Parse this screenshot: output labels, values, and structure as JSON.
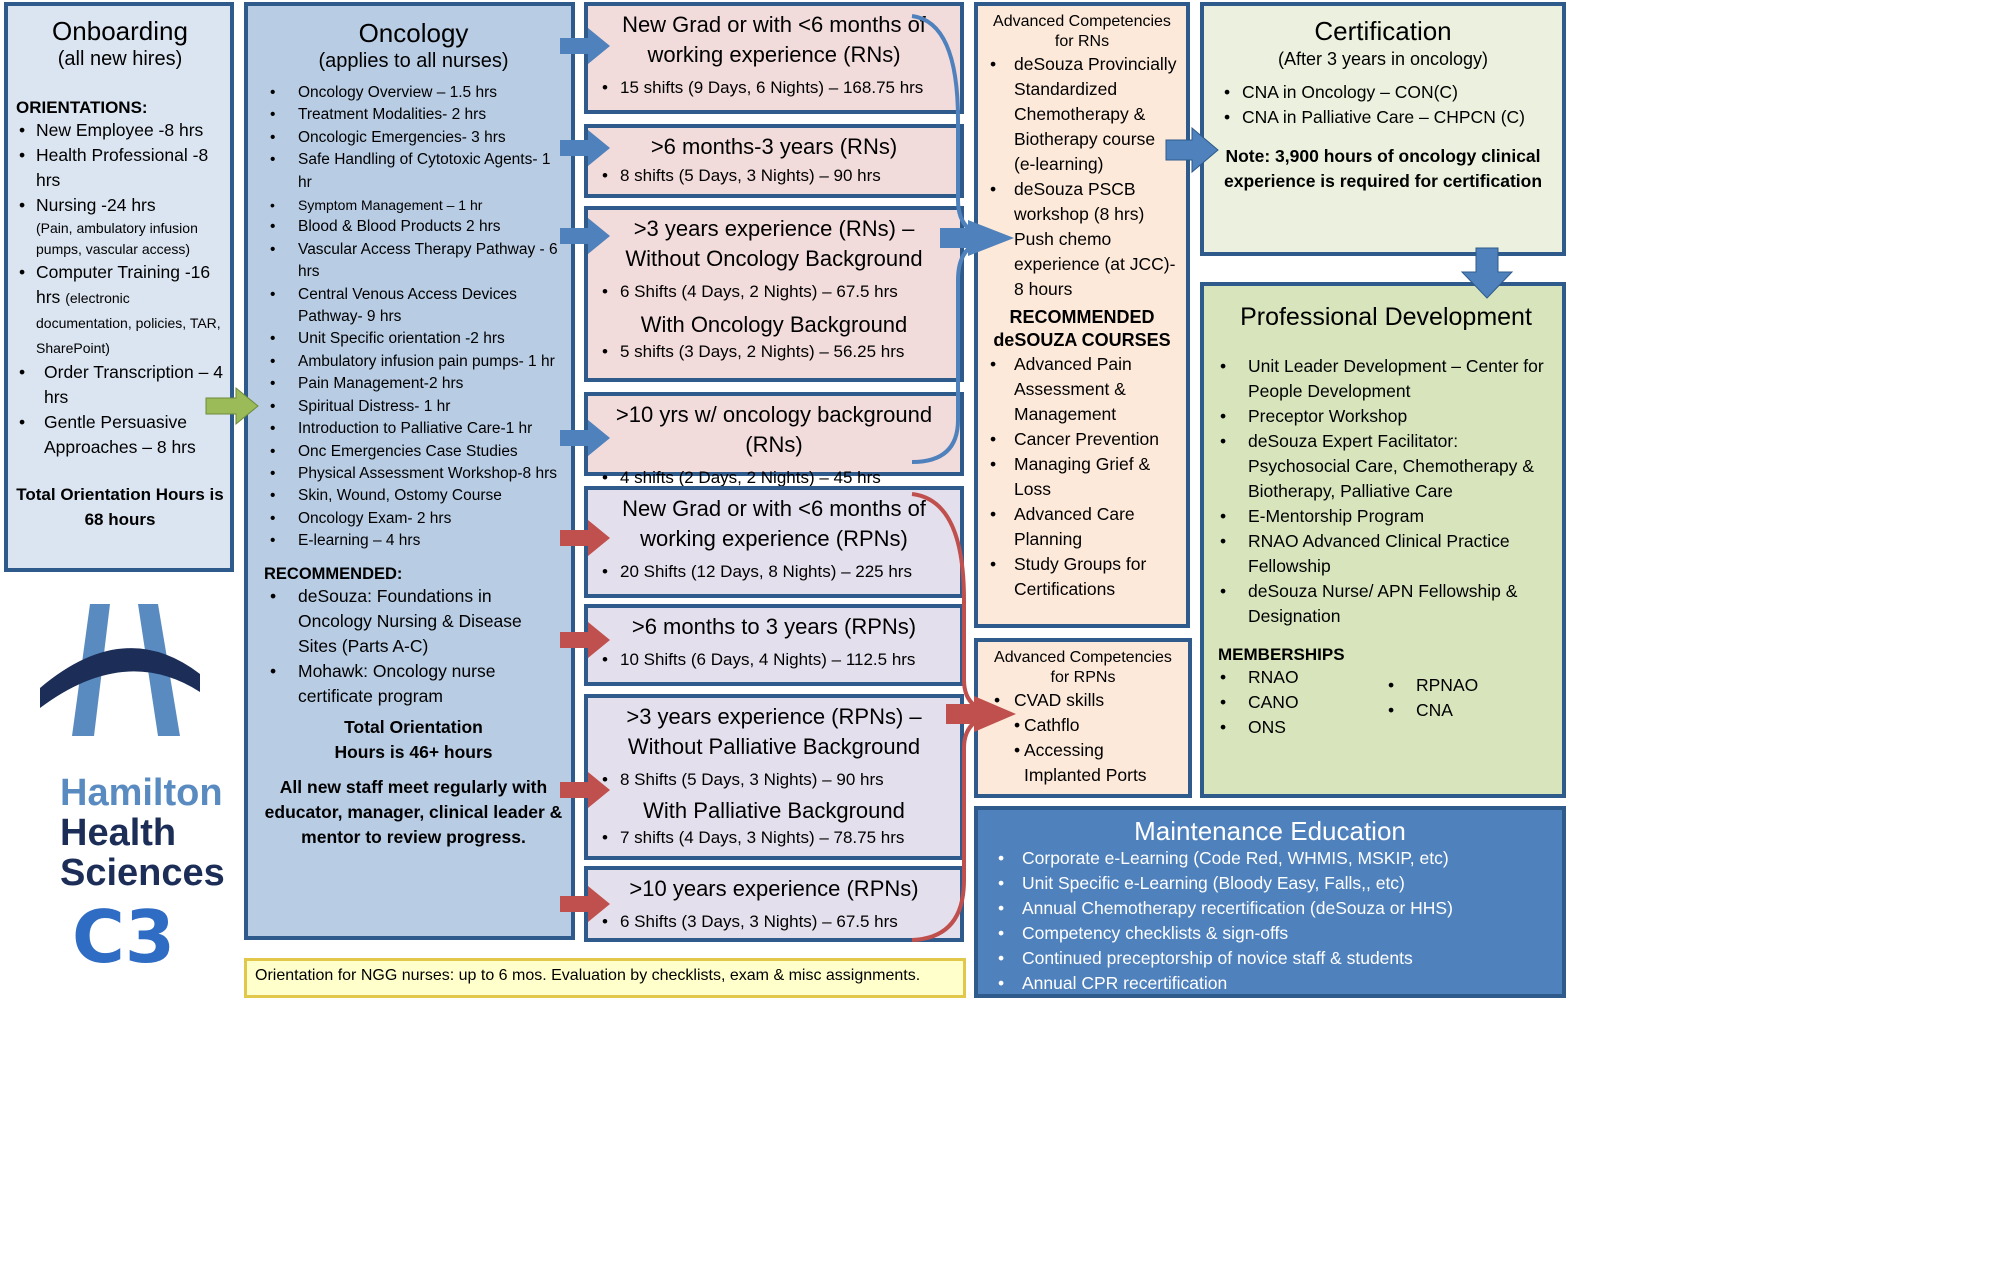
{
  "onboarding": {
    "title": "Onboarding",
    "subtitle": "(all new hires)",
    "section": "ORIENTATIONS:",
    "items": [
      "New Employee -8 hrs",
      "Health Professional -8 hrs",
      "Nursing -24 hrs",
      "Computer Training -16 hrs",
      "Order Transcription – 4 hrs",
      "Gentle Persuasive Approaches – 8 hrs"
    ],
    "nursing_note": "(Pain, ambulatory infusion pumps, vascular access)",
    "computer_note": "(electronic documentation, policies, TAR, SharePoint)",
    "total": "Total Orientation Hours is 68 hours"
  },
  "oncology": {
    "title": "Oncology",
    "subtitle": "(applies to all nurses)",
    "items": [
      "Oncology Overview – 1.5 hrs",
      "Treatment Modalities- 2 hrs",
      "Oncologic Emergencies- 3 hrs",
      "Safe Handling of Cytotoxic Agents- 1 hr",
      "Symptom Management – 1 hr",
      "Blood & Blood Products 2 hrs",
      "Vascular Access Therapy Pathway - 6 hrs",
      "Central Venous Access Devices Pathway- 9 hrs",
      "Unit Specific orientation -2 hrs",
      "Ambulatory infusion pain pumps- 1 hr",
      "Pain Management-2 hrs",
      "Spiritual Distress- 1 hr",
      "Introduction to Palliative Care-1 hr",
      "Onc Emergencies Case Studies",
      "Physical Assessment Workshop-8 hrs",
      "Skin, Wound, Ostomy Course",
      "Oncology Exam- 2 hrs",
      "E-learning – 4 hrs"
    ],
    "recommended_heading": "RECOMMENDED:",
    "recommended": [
      "deSouza: Foundations in Oncology Nursing & Disease Sites (Parts A-C)",
      "Mohawk: Oncology nurse certificate program"
    ],
    "total": "Total Orientation Hours is 46+ hours",
    "meeting": "All new staff meet regularly with educator, manager, clinical leader & mentor to review progress."
  },
  "rn_programs": [
    {
      "heading": "New Grad or with <6 months of working experience (RNs)",
      "line": "15 shifts (9 Days, 6 Nights) – 168.75 hrs"
    },
    {
      "heading": ">6 months-3 years (RNs)",
      "line": "8 shifts (5 Days, 3 Nights) – 90 hrs"
    },
    {
      "heading": ">3 years experience (RNs) – Without Oncology Background",
      "line": "6 Shifts (4 Days, 2 Nights) – 67.5 hrs",
      "heading2": "With Oncology Background",
      "line2": "5 shifts (3 Days, 2 Nights) – 56.25 hrs"
    },
    {
      "heading": ">10 yrs w/ oncology background (RNs)",
      "line": "4 shifts (2 Days, 2 Nights) – 45 hrs"
    }
  ],
  "rpn_programs": [
    {
      "heading": "New Grad or with <6 months of working experience (RPNs)",
      "line": "20 Shifts (12 Days, 8 Nights) – 225 hrs"
    },
    {
      "heading": ">6 months to 3 years (RPNs)",
      "line": "10 Shifts (6 Days, 4 Nights) – 112.5 hrs"
    },
    {
      "heading": ">3 years experience (RPNs) – Without Palliative Background",
      "line": "8 Shifts (5 Days, 3 Nights) – 90 hrs",
      "heading2": "With Palliative Background",
      "line2": "7 shifts (4 Days, 3 Nights) – 78.75 hrs"
    },
    {
      "heading": ">10 years experience (RPNs)",
      "line": "6 Shifts (3 Days, 3 Nights) – 67.5 hrs"
    }
  ],
  "adv_rn": {
    "title": "Advanced Competencies for RNs",
    "items": [
      "deSouza Provincially Standardized Chemotherapy & Biotherapy course (e-learning)",
      "deSouza PSCB workshop (8 hrs)",
      "Push chemo experience (at JCC)- 8 hours"
    ],
    "rec_heading": "RECOMMENDED deSOUZA COURSES",
    "rec_items": [
      "Advanced Pain Assessment & Management",
      "Cancer Prevention",
      "Managing Grief & Loss",
      "Advanced Care Planning",
      "Study Groups for Certifications"
    ]
  },
  "adv_rpn": {
    "title": "Advanced Competencies for RPNs",
    "item": "CVAD skills",
    "sub_items": [
      "Cathflo",
      "Accessing Implanted Ports"
    ]
  },
  "certification": {
    "title": "Certification",
    "subtitle": "(After 3 years in oncology)",
    "items": [
      "CNA in Oncology – CON(C)",
      "CNA in Palliative Care – CHPCN (C)"
    ],
    "note": "Note: 3,900 hours of oncology clinical experience is required for certification"
  },
  "prof_dev": {
    "title": "Professional Development",
    "items": [
      "Unit Leader Development – Center for People Development",
      "Preceptor Workshop",
      "deSouza Expert Facilitator: Psychosocial Care, Chemotherapy & Biotherapy, Palliative Care",
      "E-Mentorship Program",
      "RNAO Advanced Clinical Practice Fellowship",
      "deSouza Nurse/ APN Fellowship & Designation"
    ],
    "memberships_heading": "MEMBERSHIPS",
    "memberships_left": [
      "RNAO",
      "CANO",
      "ONS"
    ],
    "memberships_right": [
      "RPNAO",
      "CNA"
    ]
  },
  "maintenance": {
    "title": "Maintenance Education",
    "items": [
      "Corporate e-Learning (Code Red, WHMIS, MSKIP, etc)",
      "Unit Specific e-Learning (Bloody Easy, Falls,, etc)",
      "Annual Chemotherapy recertification (deSouza or HHS)",
      "Competency checklists & sign-offs",
      "Continued preceptorship of novice staff & students",
      "Annual CPR recertification"
    ]
  },
  "ngg_note": "Orientation for NGG nurses: up to 6 mos. Evaluation by checklists, exam & misc assignments.",
  "logo": {
    "line1": "Hamilton",
    "line2": "Health",
    "line3": "Sciences",
    "line4": "C3"
  },
  "colors": {
    "arrow_blue": "#4f81bd",
    "arrow_red": "#c0504d",
    "arrow_green": "#9bbb59",
    "border": "#2f5b8c"
  }
}
